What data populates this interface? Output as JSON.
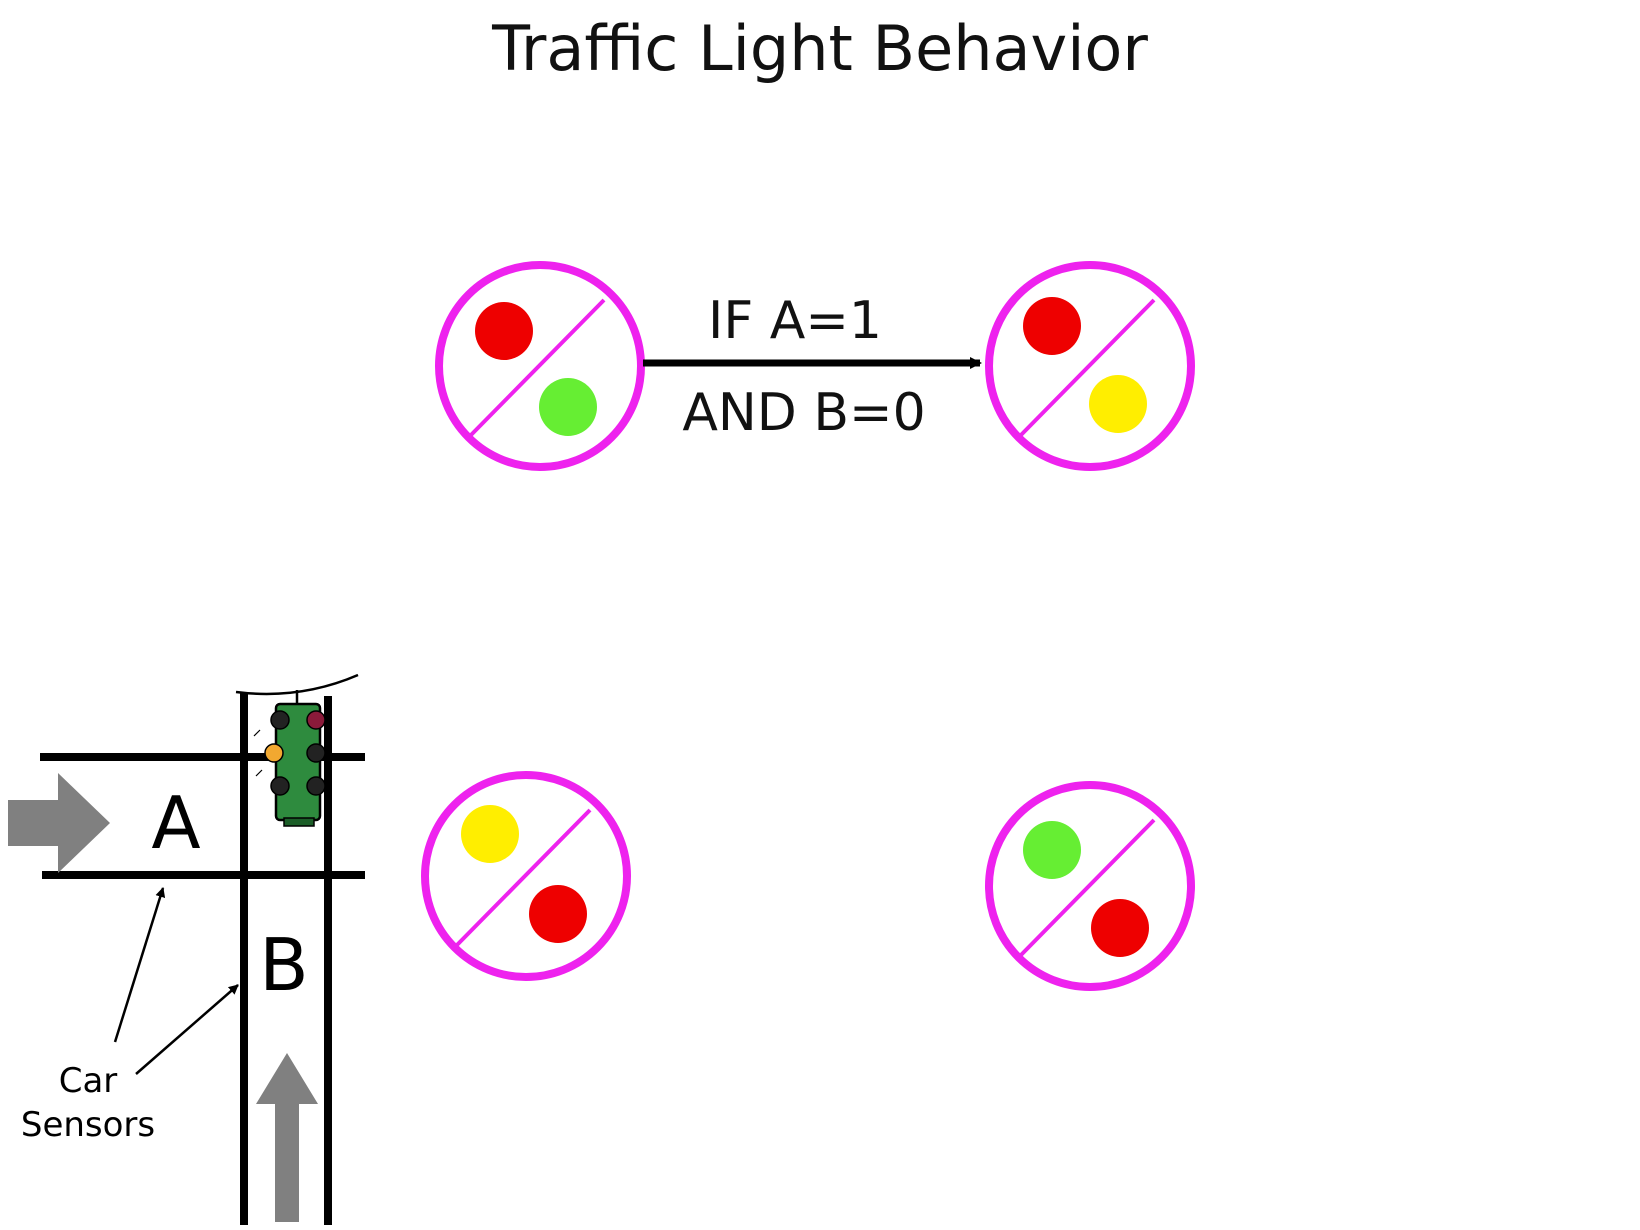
{
  "title": "Traffic Light Behavior",
  "colors": {
    "state_ring": "#ee22ee",
    "red": "#ee0000",
    "green": "#66ee33",
    "yellow": "#ffee00",
    "signal_housing": "#2e8b3e",
    "flow_arrow": "#808080"
  },
  "states": [
    {
      "name": "state-a-green-b-red-start",
      "light_a": "red",
      "light_b": "green"
    },
    {
      "name": "state-a-yellow",
      "light_a": "red",
      "light_b": "yellow"
    },
    {
      "name": "state-lower-left",
      "light_a": "yellow",
      "light_b": "red"
    },
    {
      "name": "state-lower-right",
      "light_a": "green",
      "light_b": "red"
    }
  ],
  "transition": {
    "condition_line1": "IF A=1",
    "condition_line2": "AND B=0"
  },
  "intersection": {
    "road_a_label": "A",
    "road_b_label": "B",
    "sensors_line1": "Car",
    "sensors_line2": "Sensors",
    "signal_icon": "traffic-signal-icon"
  }
}
